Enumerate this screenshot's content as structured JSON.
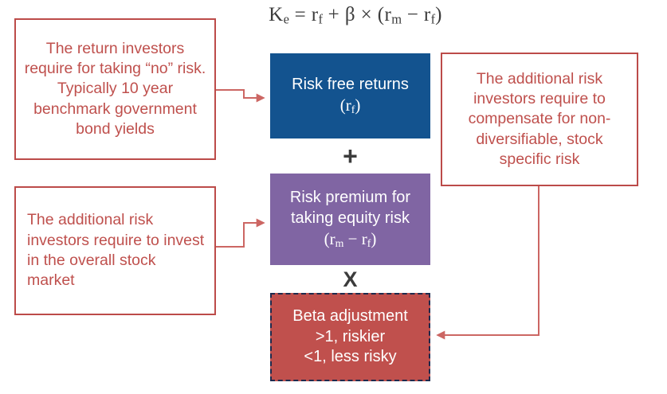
{
  "diagram": {
    "title_formula": {
      "plain": "Ke = rf + β × (rm − rf)",
      "ke": "K",
      "ke_sub": "e",
      "eq": " = ",
      "rf1": "r",
      "rf1_sub": "f",
      "plus": " + ",
      "beta": "β",
      "times": " × (",
      "rm": "r",
      "rm_sub": "m",
      "minus": " − ",
      "rf2": "r",
      "rf2_sub": "f",
      "close": ")"
    },
    "components": [
      {
        "id": "risk-free",
        "line1": "Risk free returns",
        "sub_open": "(",
        "sub_var": "r",
        "sub_sub": "f",
        "sub_close": ")",
        "fill": "#13538F"
      },
      {
        "id": "risk-premium",
        "line1": "Risk premium for",
        "line2": "taking equity risk",
        "sub_open": "(",
        "sub_var1": "r",
        "sub_sub1": "m",
        "sub_minus": " − ",
        "sub_var2": "r",
        "sub_sub2": "f",
        "sub_close": ")",
        "fill": "#8065A3"
      },
      {
        "id": "beta",
        "line1": "Beta adjustment",
        "line2": ">1, riskier",
        "line3": "<1, less risky",
        "fill": "#C0504D",
        "border": "#1d2a4d"
      }
    ],
    "operators": {
      "plus": "+",
      "times": "X"
    },
    "callouts": [
      {
        "id": "risk-free-note",
        "text": "The return investors require for taking “no” risk. Typically 10 year benchmark government bond yields",
        "color": "#bf504d"
      },
      {
        "id": "market-premium-note",
        "text": "The additional risk investors require to invest in the overall stock market",
        "color": "#bf504d"
      },
      {
        "id": "beta-note",
        "text": "The additional risk investors require to compensate for non-diversifiable, stock specific risk",
        "color": "#bf504d"
      }
    ],
    "connector_color": "#bc4b49",
    "background": "#ffffff"
  }
}
